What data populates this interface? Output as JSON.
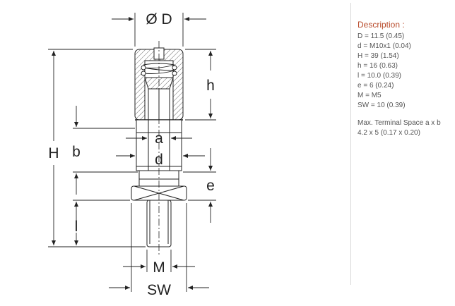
{
  "dimensions": {
    "diameter": "Ø D",
    "H": "H",
    "b": "b",
    "h": "h",
    "a": "a",
    "d": "d",
    "e": "e",
    "l": "l",
    "M": "M",
    "SW": "SW"
  },
  "description": {
    "title": "Description :",
    "specs": [
      "D = 11.5 (0.45)",
      "d = M10x1 (0.04)",
      "H = 39 (1.54)",
      "h = 16 (0.63)",
      "l = 10.0 (0.39)",
      "e = 6 (0.24)",
      "M = M5",
      "SW = 10 (0.39)"
    ],
    "terminal_label": "Max. Terminal Space a x b",
    "terminal_value": "4.2 x 5 (0.17 x 0.20)"
  },
  "colors": {
    "line": "#222222",
    "title": "#b84a2a",
    "text": "#555555",
    "separator": "#d8d8d8"
  }
}
